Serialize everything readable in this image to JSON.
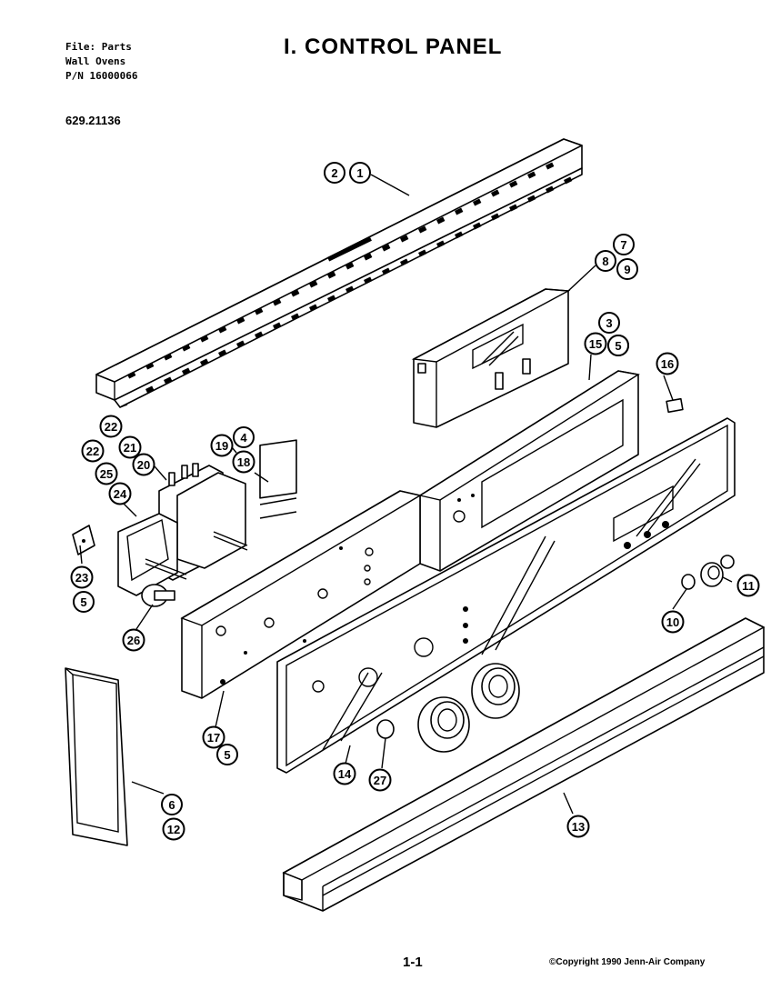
{
  "header": {
    "file": "File: Parts",
    "product": "Wall Ovens",
    "part_number": "P/N 16000066",
    "model": "629.21136"
  },
  "title": "I. CONTROL PANEL",
  "footer": {
    "page": "1-1",
    "copyright": "©Copyright 1990 Jenn-Air Company"
  },
  "callouts": [
    "1",
    "2",
    "3",
    "4",
    "5",
    "5",
    "5",
    "5",
    "6",
    "7",
    "8",
    "9",
    "10",
    "11",
    "12",
    "13",
    "14",
    "15",
    "16",
    "17",
    "18",
    "19",
    "20",
    "21",
    "22",
    "22",
    "23",
    "24",
    "25",
    "26",
    "27"
  ]
}
